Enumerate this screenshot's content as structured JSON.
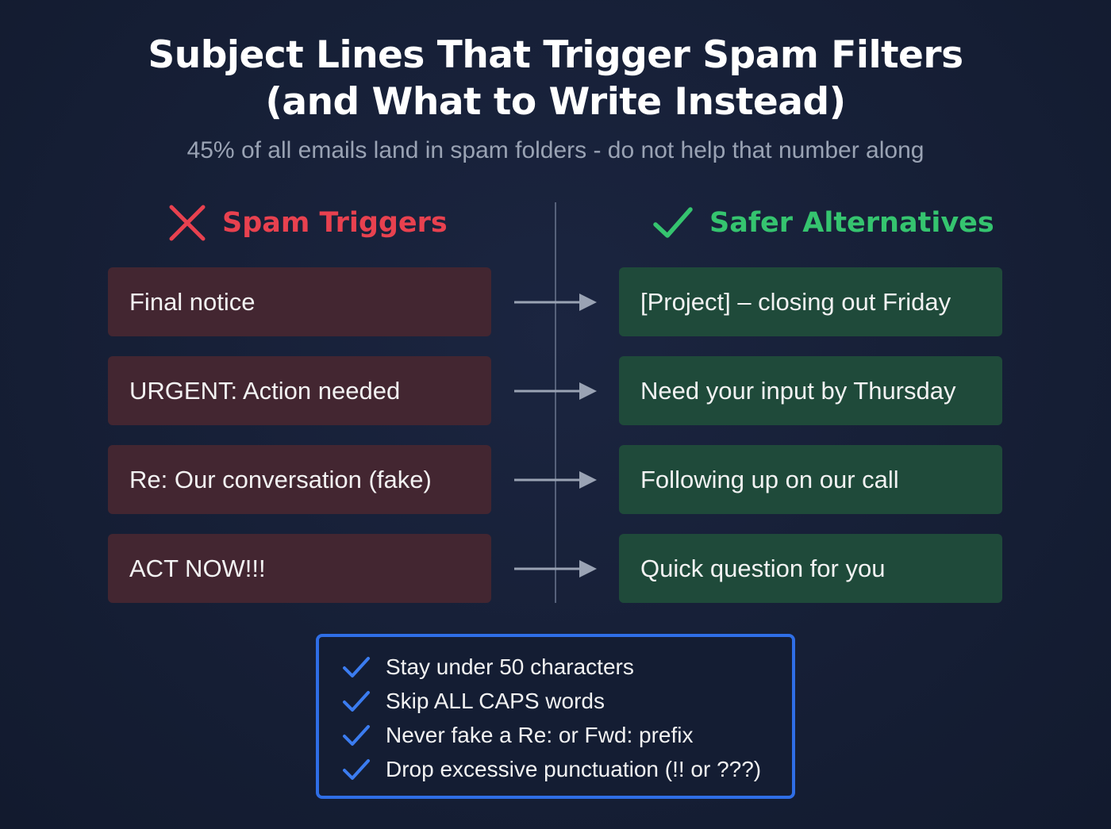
{
  "title": {
    "line1": "Subject Lines That Trigger Spam Filters",
    "line2": "(and What to Write Instead)"
  },
  "subtitle": "45% of all emails land in spam folders - do not help that number along",
  "columns": {
    "left": {
      "label": "Spam Triggers",
      "icon": "x-icon",
      "color": "#e8414f"
    },
    "right": {
      "label": "Safer Alternatives",
      "icon": "check-icon",
      "color": "#35c46f"
    }
  },
  "rows": [
    {
      "spam": "Final notice",
      "safe": "[Project] – closing out Friday"
    },
    {
      "spam": "URGENT: Action needed",
      "safe": "Need your input by Thursday"
    },
    {
      "spam": "Re: Our conversation (fake)",
      "safe": "Following up on our call"
    },
    {
      "spam": "ACT NOW!!!",
      "safe": "Quick question for you"
    }
  ],
  "tips": {
    "icon": "check-icon",
    "accent": "#2f6ee6",
    "items": [
      "Stay under 50 characters",
      "Skip ALL CAPS words",
      "Never fake a Re: or Fwd: prefix",
      "Drop excessive punctuation (!! or ???)"
    ]
  }
}
